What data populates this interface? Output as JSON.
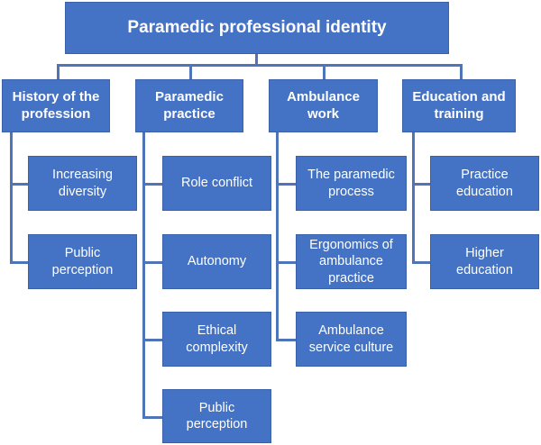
{
  "root": {
    "label": "Paramedic professional identity"
  },
  "categories": [
    {
      "label": "History of the\nprofession",
      "children": [
        "Increasing\ndiversity",
        "Public\nperception"
      ]
    },
    {
      "label": "Paramedic\npractice",
      "children": [
        "Role conflict",
        "Autonomy",
        "Ethical\ncomplexity",
        "Public\nperception"
      ]
    },
    {
      "label": "Ambulance\nwork",
      "children": [
        "The paramedic\nprocess",
        "Ergonomics of\nambulance\npractice",
        "Ambulance\nservice culture"
      ]
    },
    {
      "label": "Education and\ntraining",
      "children": [
        "Practice\neducation",
        "Higher\neducation"
      ]
    }
  ],
  "colors": {
    "box_fill": "#4472c4",
    "connector": "#4f75b8",
    "text": "#ffffff"
  }
}
